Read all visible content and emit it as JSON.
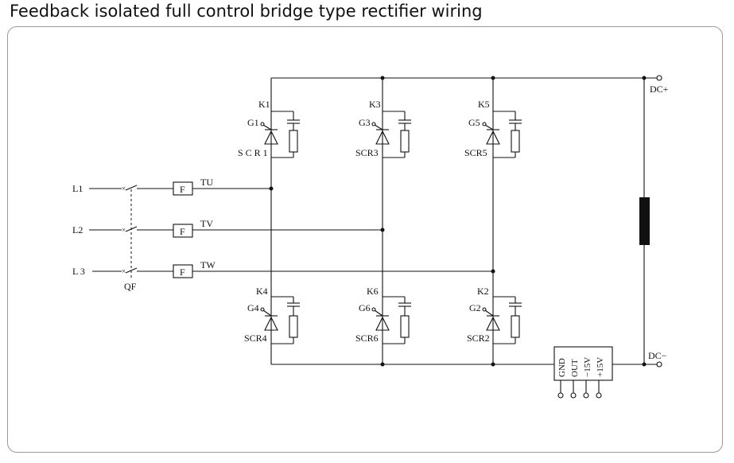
{
  "title": "Feedback isolated full control bridge type rectifier wiring",
  "inputs": {
    "l1": "L1",
    "l2": "L2",
    "l3": "L 3",
    "breaker": "QF"
  },
  "fuse_label": "F",
  "phases": {
    "u": "TU",
    "v": "TV",
    "w": "TW"
  },
  "thyristors": {
    "scr1": {
      "k": "K1",
      "g": "G1",
      "name": "S C R 1"
    },
    "scr3": {
      "k": "K3",
      "g": "G3",
      "name": "SCR3"
    },
    "scr5": {
      "k": "K5",
      "g": "G5",
      "name": "SCR5"
    },
    "scr4": {
      "k": "K4",
      "g": "G4",
      "name": "SCR4"
    },
    "scr6": {
      "k": "K6",
      "g": "G6",
      "name": "SCR6"
    },
    "scr2": {
      "k": "K2",
      "g": "G2",
      "name": "SCR2"
    }
  },
  "outputs": {
    "dc_plus": "DC+",
    "dc_minus": "DC−"
  },
  "sensor_pins": [
    "GND",
    "OUT",
    "−15V",
    "+15V"
  ]
}
